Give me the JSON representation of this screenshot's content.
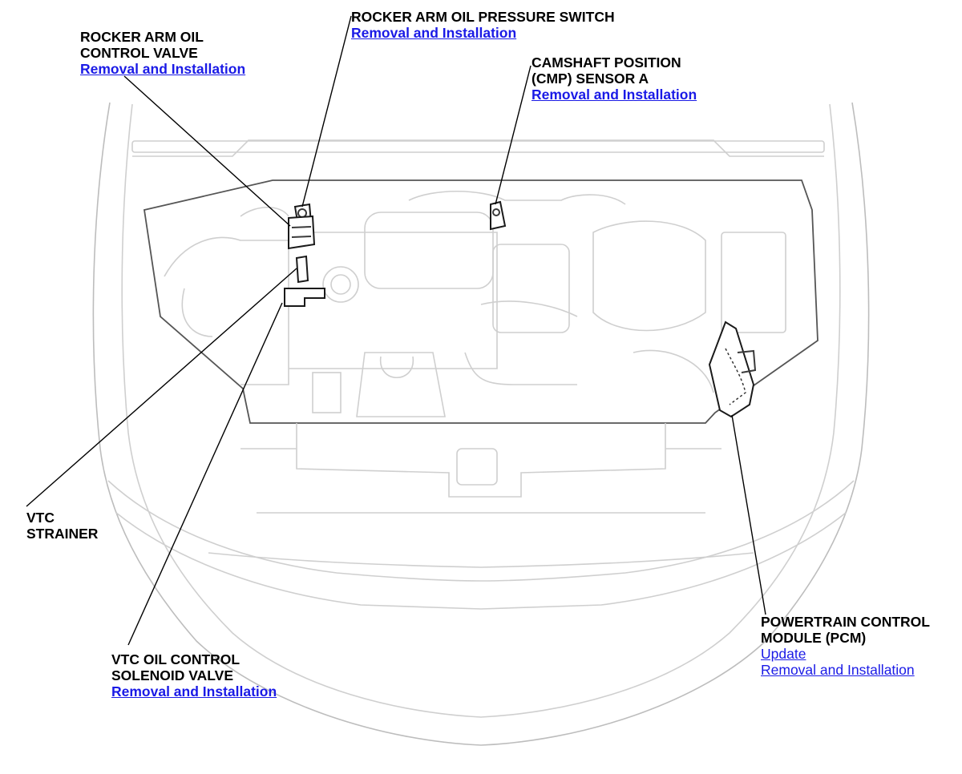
{
  "callouts": {
    "pressure_switch": {
      "lines": [
        "ROCKER ARM OIL PRESSURE SWITCH"
      ],
      "links": [
        "Removal and Installation"
      ]
    },
    "oil_control_valve": {
      "lines": [
        "ROCKER ARM OIL",
        "CONTROL VALVE"
      ],
      "links": [
        "Removal and Installation"
      ]
    },
    "cmp_sensor": {
      "lines": [
        "CAMSHAFT POSITION",
        "(CMP) SENSOR A"
      ],
      "links": [
        "Removal and Installation"
      ]
    },
    "vtc_strainer": {
      "lines": [
        "VTC",
        "STRAINER"
      ],
      "links": []
    },
    "vtc_solenoid": {
      "lines": [
        "VTC OIL CONTROL",
        "SOLENOID VALVE"
      ],
      "links": [
        "Removal and Installation"
      ]
    },
    "pcm": {
      "lines": [
        "POWERTRAIN CONTROL",
        "MODULE (PCM)"
      ],
      "links": [
        "Update",
        "Removal and Installation"
      ]
    }
  },
  "colors": {
    "link": "#1a1ae6",
    "text": "#000000",
    "outline": "#cfcfcf"
  }
}
